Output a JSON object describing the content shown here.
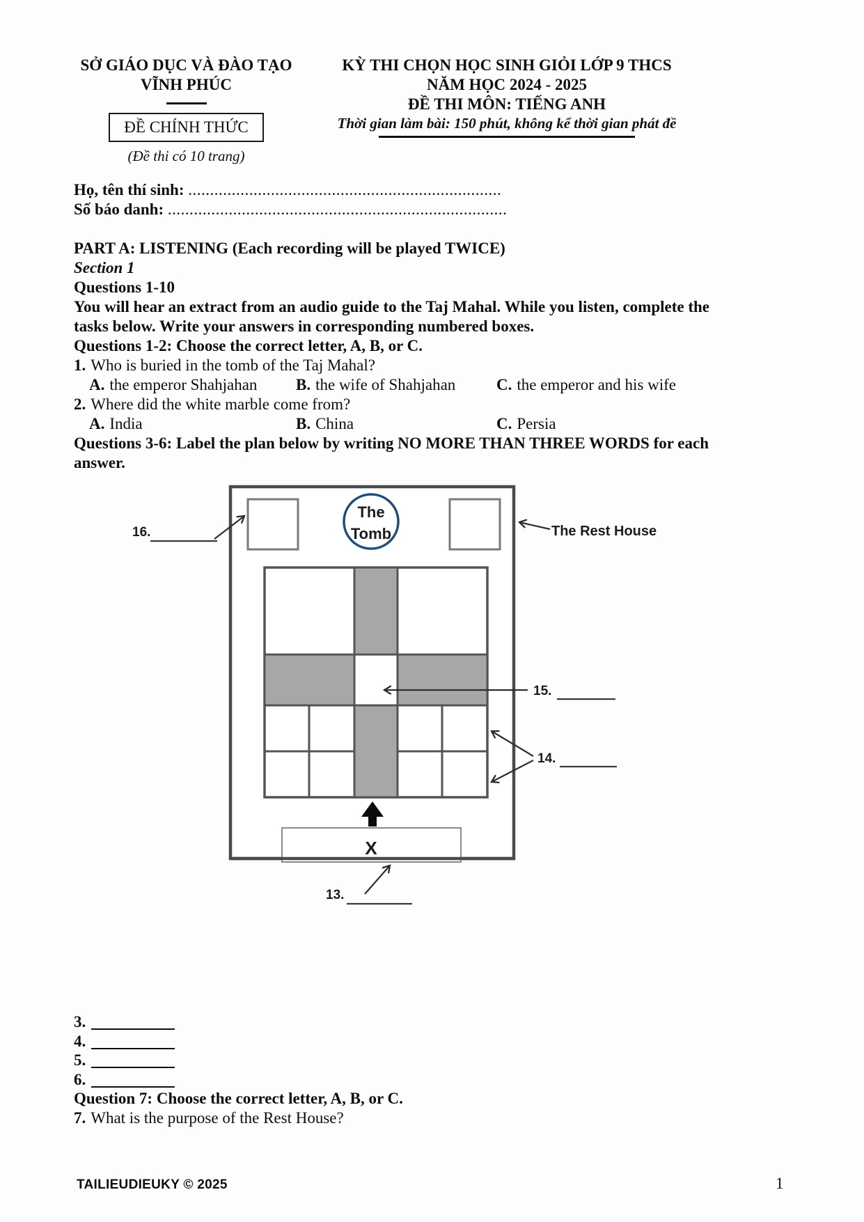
{
  "header": {
    "left": {
      "line1": "SỞ GIÁO DỤC VÀ ĐÀO TẠO",
      "line2": "VĨNH PHÚC",
      "exam_type_box": "ĐỀ CHÍNH THỨC",
      "pages_note": "(Đề thi có 10 trang)"
    },
    "right": {
      "line1": "KỲ THI CHỌN HỌC SINH GIỎI LỚP 9 THCS",
      "line2": "NĂM HỌC 2024 - 2025",
      "line3": "ĐỀ THI MÔN: TIẾNG ANH",
      "time_note": "Thời gian làm bài: 150 phút, không kể thời gian phát đề"
    }
  },
  "candidate": {
    "name_label": "Họ, tên thí sinh:",
    "name_dots": "........................................................................",
    "id_label": "Số báo danh:",
    "id_dots": ".............................................................................."
  },
  "part_a": {
    "title": "PART A: LISTENING (Each recording will be played TWICE)",
    "section": "Section 1",
    "questions_range": "Questions 1-10",
    "instructions_line1": "You will hear an extract from an audio guide to the Taj Mahal. While you listen, complete the",
    "instructions_line2": "tasks below. Write your answers in corresponding numbered boxes.",
    "q1_2_heading": "Questions 1-2: Choose the correct letter, A, B, or C.",
    "q1": {
      "num": "1.",
      "text": "Who is buried in the tomb of the Taj Mahal?",
      "options": [
        {
          "label": "A.",
          "text": "the emperor Shahjahan"
        },
        {
          "label": "B.",
          "text": "the wife of Shahjahan"
        },
        {
          "label": "C.",
          "text": "the emperor and his wife"
        }
      ]
    },
    "q2": {
      "num": "2.",
      "text": "Where did the white marble come from?",
      "options": [
        {
          "label": "A.",
          "text": "India"
        },
        {
          "label": "B.",
          "text": "China"
        },
        {
          "label": "C.",
          "text": "Persia"
        }
      ]
    },
    "q3_6_heading_line1": "Questions 3-6: Label the plan below by writing NO MORE THAN THREE WORDS for each",
    "q3_6_heading_line2": "answer.",
    "answer_numbers": [
      "3.",
      "4.",
      "5.",
      "6."
    ],
    "q7_heading": "Question 7: Choose the correct letter, A, B, or C.",
    "q7_num": "7.",
    "q7_text": "What is the purpose of the Rest House?"
  },
  "diagram": {
    "tomb_label_line1": "The",
    "tomb_label_line2": "Tomb",
    "rest_house_label": "The Rest House",
    "label_13": "13.",
    "label_14": "14.",
    "label_15": "15.",
    "label_16": "16.",
    "entrance_mark": "X",
    "colors": {
      "garden_gray": "#a7a7a7",
      "tomb_circle_stroke": "#1f4e79",
      "plan_outline": "#4a4a4a"
    }
  },
  "footer": {
    "brand": "TAILIEUDIEUKY © 2025",
    "page_number": "1"
  }
}
